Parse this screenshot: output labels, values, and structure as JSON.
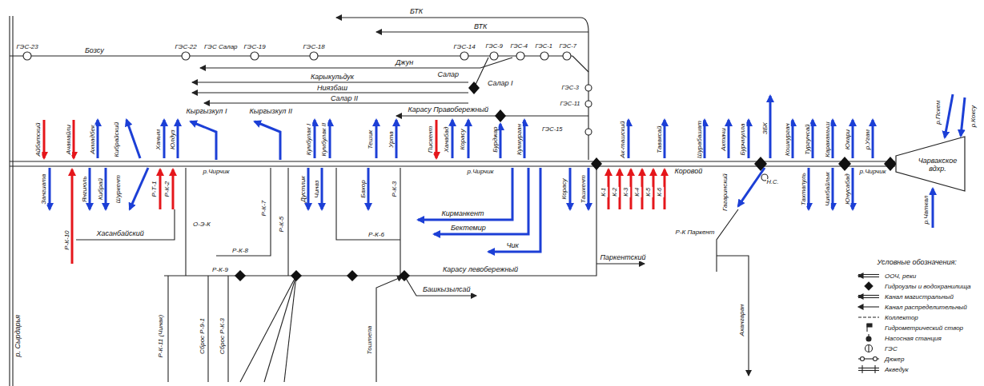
{
  "diagram": {
    "nodes": [
      {
        "text": [
          "Чарвакское вдхр."
        ]
      }
    ],
    "labels": [
      "ГЭС-23",
      "Бозсу",
      "ГЭС-22",
      "ГЭС Салар",
      "ГЭС-19",
      "ГЭС-18",
      "ГЭС-14",
      "ГЭС-9",
      "ГЭС-4",
      "ГЭС-1",
      "ГЭС-7",
      "БТК",
      "ВТК",
      "Джун",
      "Карыкульдук",
      "Ниязбаш",
      "Салар II",
      "Салар",
      "Салар I",
      "Карасу Правобережный",
      "ГЭС-3",
      "ГЭС-11",
      "ГЭС-15",
      "Кыргызкул I",
      "Кыргызкул II",
      "Кибрайский",
      "р.Чирчик",
      "р.Чирчик",
      "р.Чирчик",
      "Коровой",
      "Айбатский",
      "Ачамайли",
      "Ахмадбек",
      "Ханым",
      "Юлдуз",
      "Кумбулак I",
      "Кумбулак II",
      "Тешик",
      "Урта",
      "Пискент",
      "Ханабад",
      "Корасу",
      "Бурджар",
      "Кумкурган",
      "Ак-ташский",
      "Таваксай",
      "Шурабашат",
      "Ахтачи",
      "Бурчмулла",
      "ЗБК",
      "Кошкурган",
      "Тургунсай",
      "Каракамыш",
      "Юкари",
      "р.Угам",
      "Зангиата",
      "Янгиюль",
      "Кибрай",
      "Шуркент",
      "Р-Т-1",
      "Р-К-2",
      "Дустлик",
      "Чиназ",
      "Бахор",
      "Р-К-3",
      "Корасу",
      "Ташкент",
      "К-1",
      "К-2",
      "К-3",
      "К-4",
      "К-5",
      "К-6",
      "Р-К-10",
      "Хасанбайский",
      "О-Э-К",
      "Р-К-7",
      "Р-К-8",
      "Р-К-9",
      "Р-К-5",
      "Р-К-6",
      "Карасу левобережный",
      "Р-К-11 (Чинак)",
      "Сброс Р-9-1",
      "Сброс Р-К-3",
      "Тоштепа",
      "Башкызылсай",
      "Кирманкент",
      "Бектемир",
      "Чик",
      "Паркентский",
      "Гагаринский",
      "Р-К Паркент",
      "Ахангаран",
      "Н.С.",
      "Тахтапуль",
      "Чимбайлык",
      "Юнусабад",
      "р.Пскем",
      "р.Коксу",
      "р.Чаткал",
      "р. Сырдарья",
      "Условные обозначения:"
    ],
    "legend": [
      {
        "text": "ООЧ, реки"
      },
      {
        "text": "Гидроузлы и водохранилища"
      },
      {
        "text": "Канал магистральный"
      },
      {
        "text": "Канал распределительный"
      },
      {
        "text": "Коллектор"
      },
      {
        "text": "Гидрометрический створ"
      },
      {
        "text": "Насосная станция"
      },
      {
        "text": "ГЭС"
      },
      {
        "text": "Дюкер"
      },
      {
        "text": "Акведук"
      }
    ]
  }
}
